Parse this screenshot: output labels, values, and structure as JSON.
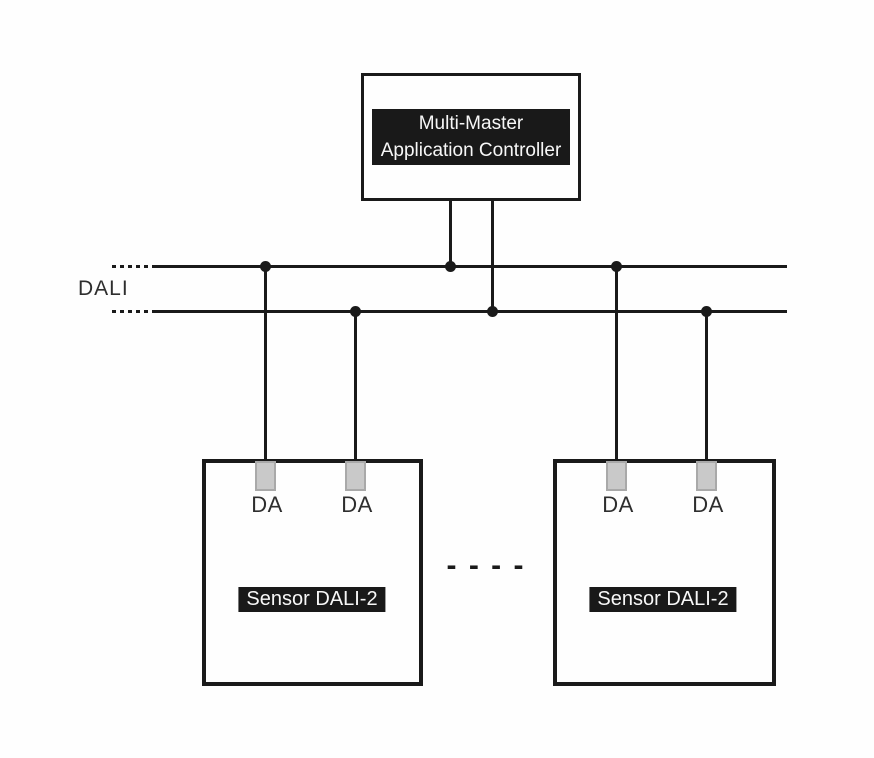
{
  "bus": {
    "label": "DALI"
  },
  "controller": {
    "label_line1": "Multi-Master",
    "label_line2": "Application Controller"
  },
  "sensors": [
    {
      "label": "Sensor DALI-2",
      "terminal_left": "DA",
      "terminal_right": "DA"
    },
    {
      "label": "Sensor DALI-2",
      "terminal_left": "DA",
      "terminal_right": "DA"
    }
  ],
  "ellipsis": "- - - -",
  "colors": {
    "line": "#1a1a1a",
    "label_bg": "#191919",
    "label_text": "#f7f7f7",
    "terminal_fill": "#c9c9c9",
    "terminal_border": "#a9a9a9",
    "text": "#2e2e2e",
    "background": "#fefefe"
  }
}
